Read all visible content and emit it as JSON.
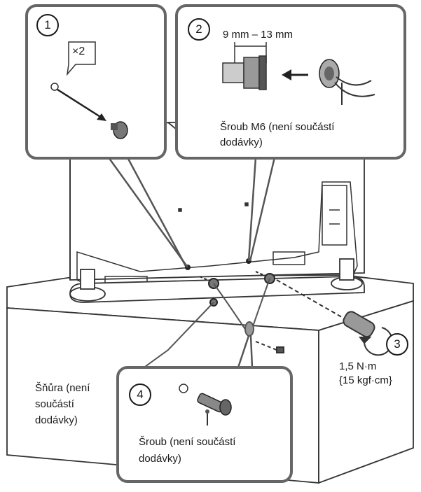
{
  "steps": {
    "step1": {
      "number": "1",
      "quantity": "×2"
    },
    "step2": {
      "number": "2",
      "dimension": "9 mm – 13 mm",
      "caption_line1": "Šroub M6 (není součástí",
      "caption_line2": "dodávky)"
    },
    "step3": {
      "number": "3",
      "torque_line1": "1,5 N·m",
      "torque_line2": "{15 kgf·cm}"
    },
    "step4": {
      "number": "4",
      "caption_line1": "Šroub (není součástí",
      "caption_line2": "dodávky)"
    }
  },
  "cord_label": {
    "line1": "Šňůra (není",
    "line2": "součástí",
    "line3": "dodávky)"
  }
}
